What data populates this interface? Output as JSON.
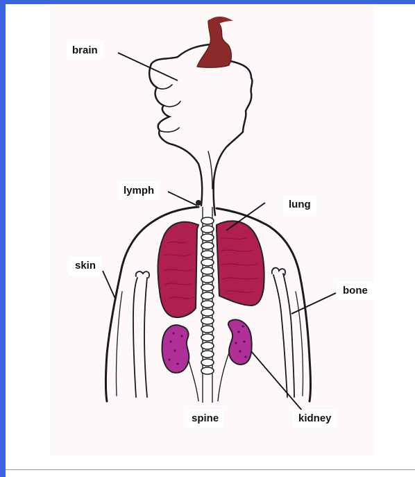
{
  "labels": {
    "brain": "brain",
    "lymph": "lymph",
    "lung": "lung",
    "skin": "skin",
    "bone": "bone",
    "spine": "spine",
    "kidney": "kidney"
  },
  "colors": {
    "frame": "#3b66e0",
    "lung": "#b0204e",
    "kidney": "#b0309a",
    "brain_stem": "#8a2a2a",
    "outline": "#1a1a1a"
  }
}
